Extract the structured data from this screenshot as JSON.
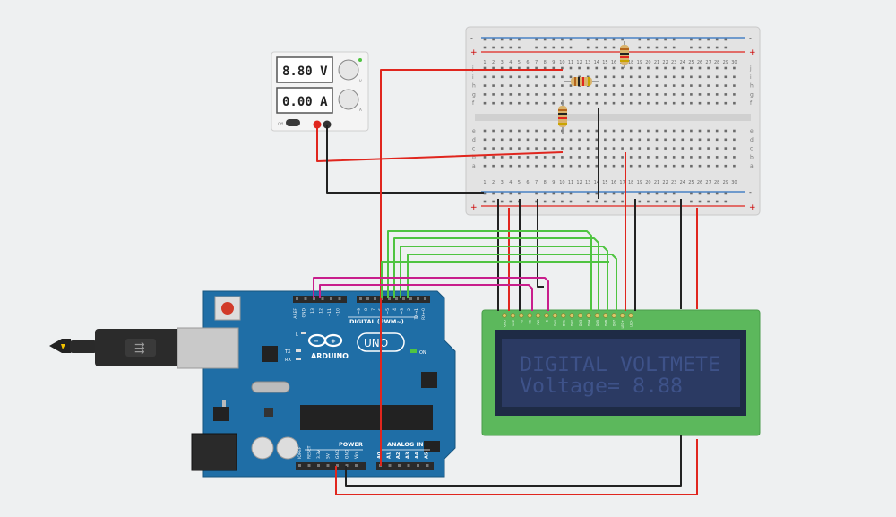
{
  "power_supply": {
    "voltage_display": "8.80 V",
    "current_display": "0.00 A",
    "knob_voltage_label": "V",
    "knob_current_label": "A",
    "switch_label": "Off"
  },
  "lcd": {
    "line1": "DIGITAL VOLTMETE",
    "line2": "Voltage= 8.88",
    "pin_labels": [
      "GND",
      "VCC",
      "V0",
      "RS",
      "RW",
      "E",
      "DB0",
      "DB1",
      "DB2",
      "DB3",
      "DB4",
      "DB5",
      "DB6",
      "DB7",
      "LED+",
      "LED-"
    ]
  },
  "arduino": {
    "brand": "ARDUINO",
    "model": "UNO",
    "on_label": "ON",
    "digital_label": "DIGITAL (PWM~)",
    "power_label": "POWER",
    "analog_label": "ANALOG IN",
    "tx_label": "TX",
    "rx_label": "RX",
    "l_label": "L",
    "top_pins": [
      "AREF",
      "GND",
      "13",
      "12",
      "~11",
      "~10",
      "~9",
      "8",
      "7",
      "~6",
      "~5",
      "4",
      "~3",
      "2",
      "TX→1",
      "RX←0"
    ],
    "power_pins": [
      "IOREF",
      "RESET",
      "3.3V",
      "5V",
      "GND",
      "GND",
      "Vin"
    ],
    "analog_pins": [
      "A0",
      "A1",
      "A2",
      "A3",
      "A4",
      "A5"
    ]
  },
  "breadboard": {
    "row_letters_top": [
      "j",
      "i",
      "h",
      "g",
      "f"
    ],
    "row_letters_bottom": [
      "e",
      "d",
      "c",
      "b",
      "a"
    ],
    "column_numbers": [
      "1",
      "2",
      "3",
      "4",
      "5",
      "6",
      "7",
      "8",
      "9",
      "10",
      "11",
      "12",
      "13",
      "14",
      "15",
      "16",
      "17",
      "18",
      "19",
      "20",
      "21",
      "22",
      "23",
      "24",
      "25",
      "26",
      "27",
      "28",
      "29",
      "30"
    ],
    "rail_plus": "+",
    "rail_minus": "-"
  },
  "colors": {
    "wire_red": "#e0261e",
    "wire_black": "#222222",
    "wire_green": "#4fc441",
    "wire_magenta": "#c81e8c",
    "arduino_blue": "#1f6ea6",
    "lcd_board": "#5cb85c",
    "lcd_screen": "#2b3a63",
    "lcd_text": "#3e5289",
    "breadboard": "#e2e2e2"
  }
}
